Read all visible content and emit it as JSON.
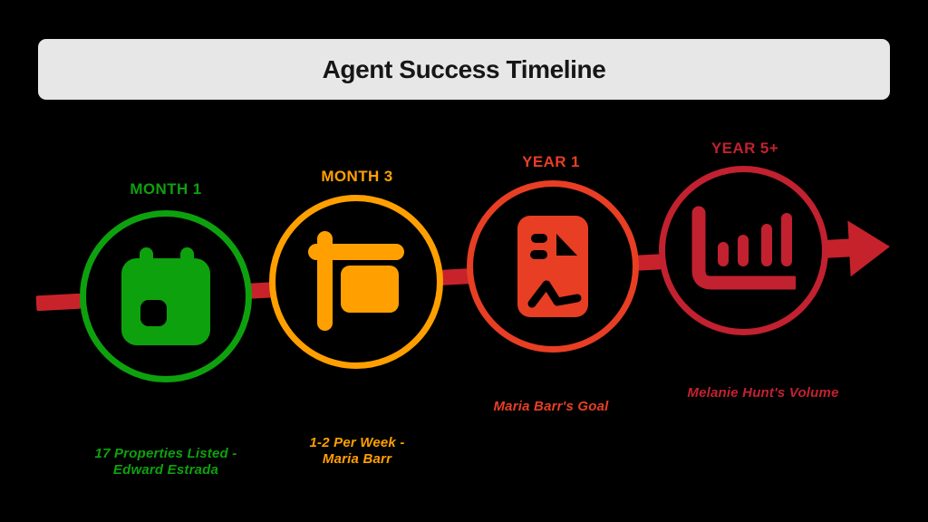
{
  "title": "Agent Success Timeline",
  "timeline": {
    "connector_color": "#C8232B",
    "arrow_color": "#C5222C"
  },
  "milestones": [
    {
      "label": "MONTH 1",
      "caption_line1": "17 Properties Listed -",
      "caption_line2": "Edward Estrada",
      "color": "#0EA10E",
      "icon": "calendar-icon"
    },
    {
      "label": "MONTH 3",
      "caption_line1": "1-2 Per Week -",
      "caption_line2": "Maria Barr",
      "color": "#FFA000",
      "icon": "sign-post-icon"
    },
    {
      "label": "YEAR 1",
      "caption_line1": "Maria Barr's Goal",
      "caption_line2": "",
      "color": "#E83E24",
      "icon": "contract-document-icon"
    },
    {
      "label": "YEAR 5+",
      "caption_line1": "Melanie Hunt's Volume",
      "caption_line2": "",
      "color": "#C22130",
      "icon": "bar-chart-icon"
    }
  ]
}
